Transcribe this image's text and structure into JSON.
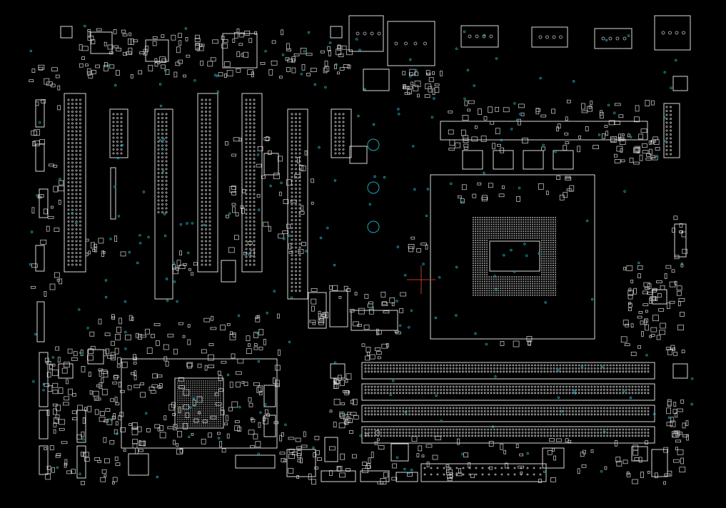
{
  "view": {
    "background": "#000000",
    "outline_color": "#d8d8d8",
    "via_color": "#1aa8b8",
    "marker_color": "#c0392b"
  },
  "board": {
    "markers": [
      {
        "id": "origin-crosshair",
        "icon": "crosshair"
      }
    ],
    "sockets": [
      {
        "id": "cpu-socket"
      }
    ],
    "chips": [
      {
        "id": "pch-bga"
      },
      {
        "id": "io-controller-1"
      },
      {
        "id": "io-controller-2"
      },
      {
        "id": "io-controller-3"
      },
      {
        "id": "small-controller"
      }
    ],
    "slots": [
      {
        "id": "pcie-slot-1"
      },
      {
        "id": "pci-slot-1"
      },
      {
        "id": "pcie-slot-2"
      },
      {
        "id": "pcie-slot-3"
      },
      {
        "id": "pcie-slot-4"
      },
      {
        "id": "pcie-slot-5"
      },
      {
        "id": "pcie-slot-6"
      }
    ],
    "dimms": [
      {
        "id": "dimm-1"
      },
      {
        "id": "dimm-2"
      },
      {
        "id": "dimm-3"
      },
      {
        "id": "dimm-4"
      }
    ],
    "rear_io": [
      {
        "id": "usb-lan-1"
      },
      {
        "id": "usb-lan-2"
      },
      {
        "id": "video-1"
      },
      {
        "id": "video-2"
      },
      {
        "id": "video-3"
      },
      {
        "id": "audio-jack"
      }
    ],
    "mounting_holes": [
      {
        "id": "hole-1"
      },
      {
        "id": "hole-2"
      },
      {
        "id": "hole-3"
      }
    ]
  }
}
